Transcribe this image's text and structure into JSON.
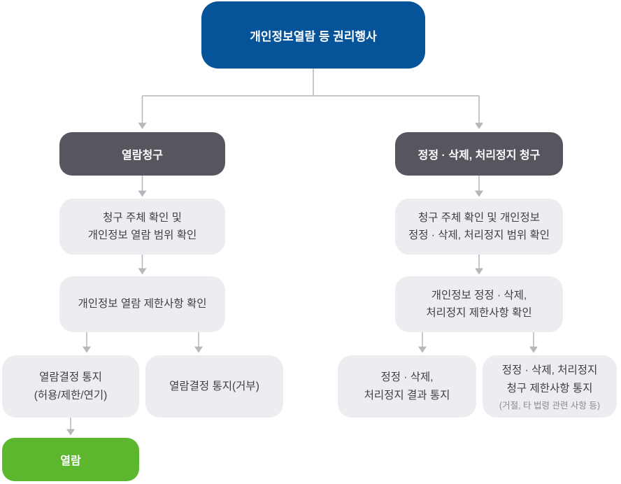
{
  "colors": {
    "root_blue": "#05549A",
    "header_dark_gray": "#56565E",
    "step_light_gray": "#EDEDF1",
    "final_green": "#5CB72F",
    "connector_gray": "#B6B6BC",
    "step_text": "#3E3E45",
    "note_text": "#8A8A91"
  },
  "flowchart": {
    "root": {
      "label": "개인정보열람 등 권리행사"
    },
    "left_branch": {
      "header": "열람청구",
      "steps": [
        {
          "lines": [
            "청구 주체 확인 및",
            "개인정보 열람 범위 확인"
          ]
        },
        {
          "lines": [
            "개인정보 열람 제한사항 확인"
          ]
        }
      ],
      "outcomes": [
        {
          "lines": [
            "열람결정 통지",
            "(허용/제한/연기)"
          ]
        },
        {
          "lines": [
            "열람결정 통지(거부)"
          ]
        }
      ],
      "final": {
        "label": "열람"
      }
    },
    "right_branch": {
      "header": "정정 · 삭제, 처리정지 청구",
      "steps": [
        {
          "lines": [
            "청구 주체 확인 및 개인정보",
            "정정 · 삭제, 처리정지 범위 확인"
          ]
        },
        {
          "lines": [
            "개인정보 정정 · 삭제,",
            "처리정지 제한사항 확인"
          ]
        }
      ],
      "outcomes": [
        {
          "lines": [
            "정정 · 삭제,",
            "처리정지 결과 통지"
          ]
        },
        {
          "lines": [
            "정정 · 삭제, 처리정지",
            "청구 제한사항 통지"
          ],
          "note": "(거절, 타 법령 관련 사항 등)"
        }
      ]
    }
  }
}
